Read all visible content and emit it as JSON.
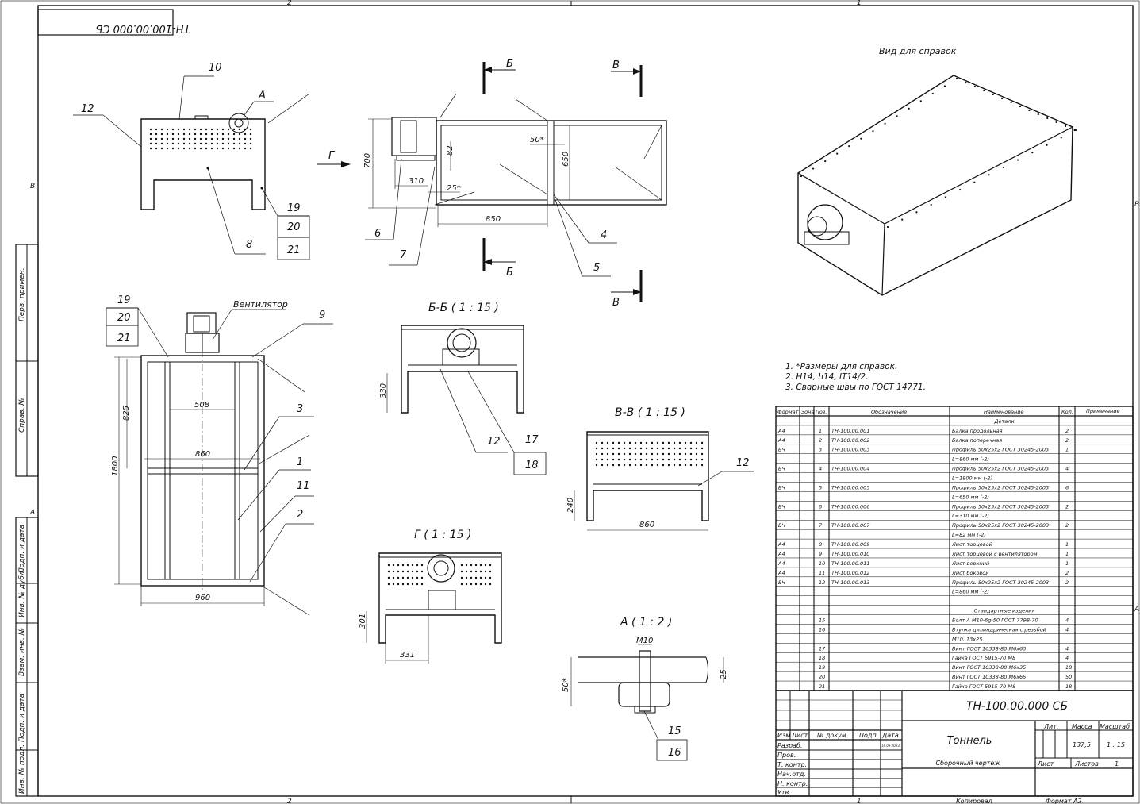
{
  "stamp_code_mirrored": "ТН-100.00.000 СБ",
  "zone_numbers": {
    "top_left": "2",
    "top_right": "1",
    "bottom_left": "2",
    "bottom_right": "1"
  },
  "zone_letters": {
    "left_b": "В",
    "right_b": "В",
    "left_a": "А",
    "right_a": "А"
  },
  "side_labels": [
    "Перв. примен.",
    "Справ. №",
    "Подп. и дата",
    "Инв. № дубл.",
    "Взам. инв. №",
    "Подп. и дата",
    "Инв. № подл."
  ],
  "front_view": {
    "leaders": [
      "10",
      "12",
      "A",
      "8",
      "19",
      "20",
      "21"
    ]
  },
  "plan_view": {
    "labels": {
      "g": "Г",
      "b_top": "Б",
      "b_bottom": "Б",
      "v_top": "В",
      "v_bottom": "В"
    },
    "dims": [
      "700",
      "310",
      "82",
      "25*",
      "850",
      "50*",
      "650"
    ],
    "leaders": [
      "6",
      "7",
      "4",
      "5"
    ]
  },
  "main_view": {
    "dims": [
      "825",
      "508",
      "860",
      "1800",
      "960"
    ],
    "leaders": [
      "19",
      "20",
      "21",
      "9",
      "3",
      "1",
      "11",
      "2"
    ],
    "fan_label": "Вентилятор"
  },
  "section_bb": {
    "title": "Б-Б ( 1 : 15 )",
    "dims": [
      "330"
    ],
    "leaders": [
      "12",
      "17",
      "18"
    ]
  },
  "section_vv": {
    "title": "В-В ( 1 : 15 )",
    "dims": [
      "240",
      "860"
    ],
    "leaders": [
      "12"
    ]
  },
  "view_g": {
    "title": "Г ( 1 : 15 )",
    "dims": [
      "301",
      "331"
    ]
  },
  "detail_a": {
    "title": "А ( 1 : 2 )",
    "dims": [
      "M10",
      "50*",
      "25"
    ],
    "leaders": [
      "15",
      "16"
    ]
  },
  "iso": {
    "title": "Вид для справок"
  },
  "notes": [
    "1.   *Размеры для справок.",
    "2.   H14, h14, IT14/2.",
    "3.   Сварные швы по ГОСТ 14771."
  ],
  "spec": {
    "headers": [
      "Формат",
      "Зона",
      "Поз.",
      "Обозначение",
      "Наименование",
      "Кол.",
      "Примечание"
    ],
    "rows": [
      {
        "f": "",
        "z": "",
        "p": "",
        "d": "",
        "n": "Детали",
        "q": ""
      },
      {
        "f": "А4",
        "z": "",
        "p": "1",
        "d": "ТН-100.00.001",
        "n": "Балка продольная",
        "q": "2"
      },
      {
        "f": "А4",
        "z": "",
        "p": "2",
        "d": "ТН-100.00.002",
        "n": "Балка поперечная",
        "q": "2"
      },
      {
        "f": "БЧ",
        "z": "",
        "p": "3",
        "d": "ТН-100.00.003",
        "n": "Профиль 50х25х2 ГОСТ 30245-2003",
        "q": "1"
      },
      {
        "f": "",
        "z": "",
        "p": "",
        "d": "",
        "n": "L=860 мм (-2)",
        "q": ""
      },
      {
        "f": "БЧ",
        "z": "",
        "p": "4",
        "d": "ТН-100.00.004",
        "n": "Профиль 50х25х2 ГОСТ 30245-2003",
        "q": "4"
      },
      {
        "f": "",
        "z": "",
        "p": "",
        "d": "",
        "n": "L=1800 мм (-2)",
        "q": ""
      },
      {
        "f": "БЧ",
        "z": "",
        "p": "5",
        "d": "ТН-100.00.005",
        "n": "Профиль 50х25х2 ГОСТ 30245-2003",
        "q": "6"
      },
      {
        "f": "",
        "z": "",
        "p": "",
        "d": "",
        "n": "L=650 мм (-2)",
        "q": ""
      },
      {
        "f": "БЧ",
        "z": "",
        "p": "6",
        "d": "ТН-100.00.006",
        "n": "Профиль 50х25х2 ГОСТ 30245-2003",
        "q": "2"
      },
      {
        "f": "",
        "z": "",
        "p": "",
        "d": "",
        "n": "L=310 мм (-2)",
        "q": ""
      },
      {
        "f": "БЧ",
        "z": "",
        "p": "7",
        "d": "ТН-100.00.007",
        "n": "Профиль 50х25х2 ГОСТ 30245-2003",
        "q": "2"
      },
      {
        "f": "",
        "z": "",
        "p": "",
        "d": "",
        "n": "L=82 мм (-2)",
        "q": ""
      },
      {
        "f": "А4",
        "z": "",
        "p": "8",
        "d": "ТН-100.00.009",
        "n": "Лист торцевой",
        "q": "1"
      },
      {
        "f": "А4",
        "z": "",
        "p": "9",
        "d": "ТН-100.00.010",
        "n": "Лист торцевой с вентилятором",
        "q": "1"
      },
      {
        "f": "А4",
        "z": "",
        "p": "10",
        "d": "ТН-100.00.011",
        "n": "Лист верхний",
        "q": "1"
      },
      {
        "f": "А4",
        "z": "",
        "p": "11",
        "d": "ТН-100.00.012",
        "n": "Лист боковой",
        "q": "2"
      },
      {
        "f": "БЧ",
        "z": "",
        "p": "12",
        "d": "ТН-100.00.013",
        "n": "Профиль 50х25х2 ГОСТ 30245-2003",
        "q": "2"
      },
      {
        "f": "",
        "z": "",
        "p": "",
        "d": "",
        "n": "L=860 мм (-2)",
        "q": ""
      },
      {
        "f": "",
        "z": "",
        "p": "",
        "d": "",
        "n": "",
        "q": ""
      },
      {
        "f": "",
        "z": "",
        "p": "",
        "d": "",
        "n": "Стандартные изделия",
        "q": ""
      },
      {
        "f": "",
        "z": "",
        "p": "15",
        "d": "",
        "n": "Болт А М10-6g-50 ГОСТ 7798-70",
        "q": "4"
      },
      {
        "f": "",
        "z": "",
        "p": "16",
        "d": "",
        "n": "Втулка цилиндрическая с резьбой",
        "q": "4"
      },
      {
        "f": "",
        "z": "",
        "p": "",
        "d": "",
        "n": "М10, 13х25",
        "q": ""
      },
      {
        "f": "",
        "z": "",
        "p": "17",
        "d": "",
        "n": "Винт ГОСТ 10338-80 М6х60",
        "q": "4"
      },
      {
        "f": "",
        "z": "",
        "p": "18",
        "d": "",
        "n": "Гайка ГОСТ 5915-70 М8",
        "q": "4"
      },
      {
        "f": "",
        "z": "",
        "p": "19",
        "d": "",
        "n": "Винт ГОСТ 10338-80 М6х35",
        "q": "18"
      },
      {
        "f": "",
        "z": "",
        "p": "20",
        "d": "",
        "n": "Винт ГОСТ 10338-80 М6х65",
        "q": "50"
      },
      {
        "f": "",
        "z": "",
        "p": "21",
        "d": "",
        "n": "Гайка ГОСТ 5915-70 М8",
        "q": "18"
      }
    ]
  },
  "title_block": {
    "code": "ТН-100.00.000 СБ",
    "name": "Тоннель",
    "doc_type": "Сборочный чертеж",
    "lit": "Лит.",
    "mass": "Масса",
    "scale_h": "Масштаб",
    "mass_v": "137,5",
    "scale_v": "1 : 15",
    "sheet": "Лист",
    "sheets": "Листов",
    "sheets_v": "1",
    "roles": [
      "Изм.",
      "Лист",
      "№ докум.",
      "Подп.",
      "Дата"
    ],
    "people": [
      "Разраб.",
      "Пров.",
      "Т. контр.",
      "Нач.отд.",
      "Н. контр.",
      "Утв."
    ],
    "date_small": "14.09.2023",
    "copied": "Копировал",
    "format": "Формат А2"
  }
}
